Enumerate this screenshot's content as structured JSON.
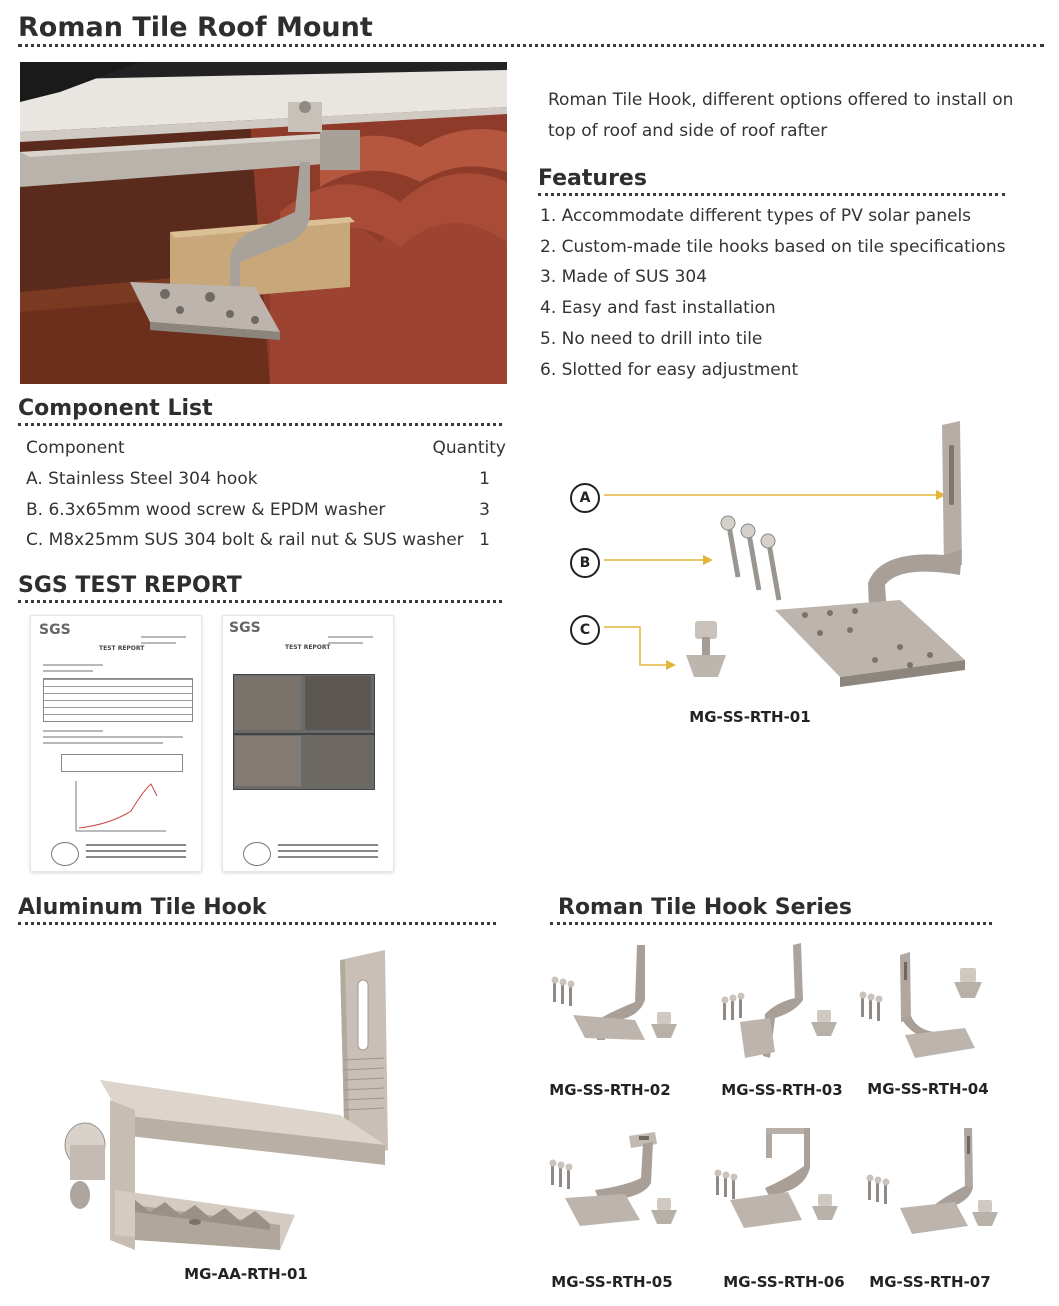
{
  "page_title": "Roman Tile Roof Mount",
  "intro": {
    "line1": "Roman Tile Hook, different options offered to install on",
    "line2": "top of roof and side of roof rafter"
  },
  "features": {
    "title": "Features",
    "items": [
      "1. Accommodate different types of PV solar panels",
      "2. Custom-made tile hooks based on tile specifications",
      "3. Made of SUS 304",
      "4. Easy and fast installation",
      "5. No need to drill into tile",
      "6. Slotted for easy adjustment"
    ]
  },
  "components": {
    "title": "Component List",
    "header_component": "Component",
    "header_quantity": "Quantity",
    "rows": [
      {
        "name": "A. Stainless Steel 304 hook",
        "qty": "1"
      },
      {
        "name": "B. 6.3x65mm wood screw & EPDM washer",
        "qty": "3"
      },
      {
        "name": "C. M8x25mm SUS 304 bolt & rail nut & SUS washer",
        "qty": "1"
      }
    ]
  },
  "sgs": {
    "title": "SGS TEST REPORT",
    "logo": "SGS",
    "report_heading": "TEST REPORT"
  },
  "exploded": {
    "callouts": [
      "A",
      "B",
      "C"
    ],
    "model": "MG-SS-RTH-01"
  },
  "aluminum": {
    "title": "Aluminum Tile Hook",
    "model": "MG-AA-RTH-01"
  },
  "series": {
    "title": "Roman Tile Hook Series",
    "models": [
      "MG-SS-RTH-02",
      "MG-SS-RTH-03",
      "MG-SS-RTH-04",
      "MG-SS-RTH-05",
      "MG-SS-RTH-06",
      "MG-SS-RTH-07"
    ]
  },
  "colors": {
    "tile": "#8e3b2a",
    "steel": "#b7ada5",
    "callout_arrow": "#e0b53a",
    "wood": "#c8a77a"
  }
}
